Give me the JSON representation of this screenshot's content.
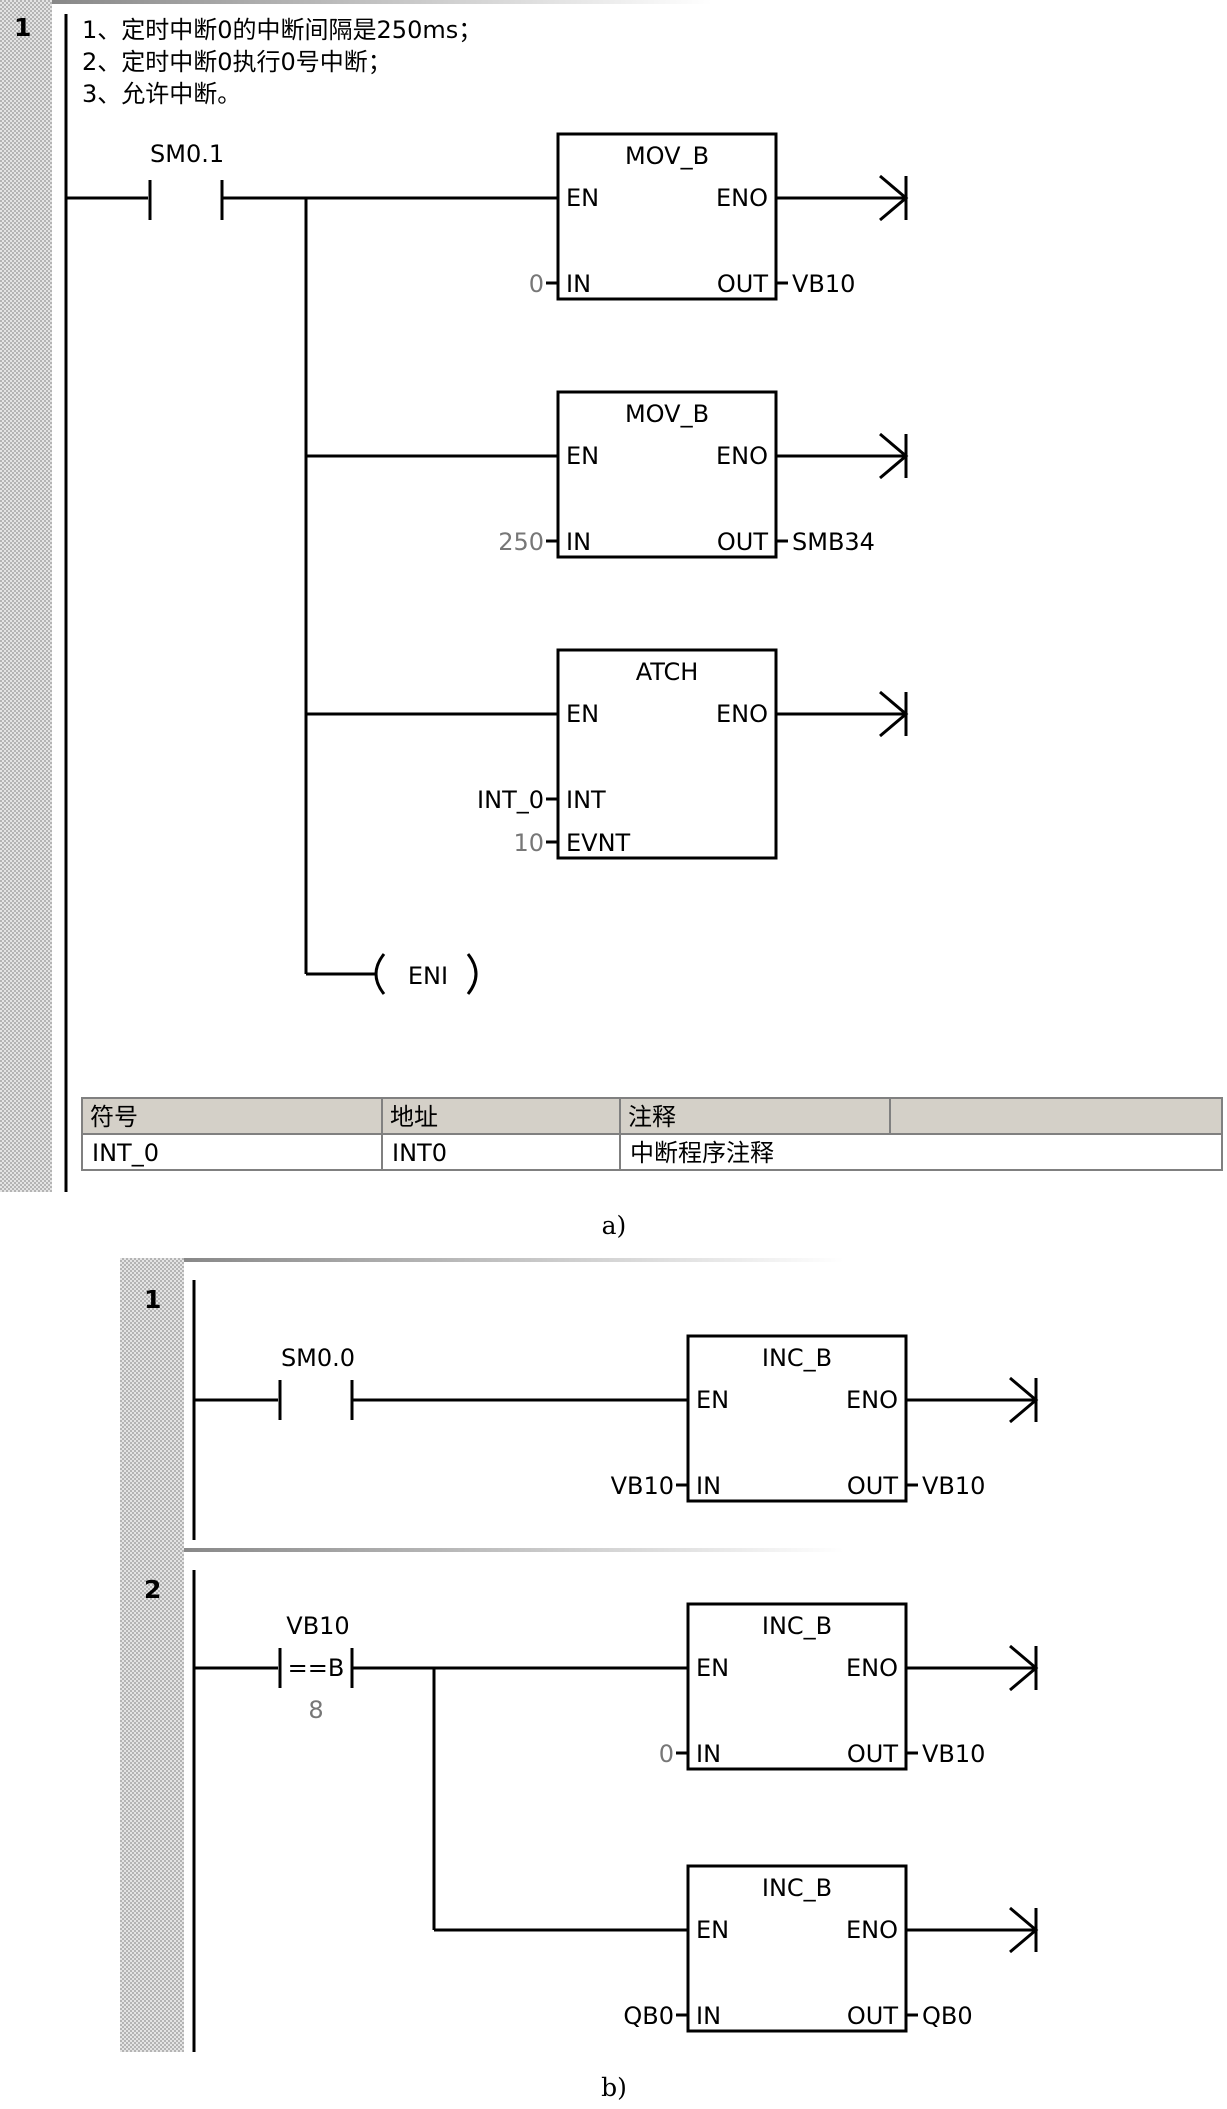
{
  "panel_a": {
    "network_number": "1",
    "comments": [
      "1、定时中断0的中断间隔是250ms；",
      "2、定时中断0执行0号中断；",
      "3、允许中断。"
    ],
    "contact_label": "SM0.1",
    "block1": {
      "title": "MOV_B",
      "en": "EN",
      "eno": "ENO",
      "in_pin": "IN",
      "out_pin": "OUT",
      "in_value": "0",
      "out_value": "VB10"
    },
    "block2": {
      "title": "MOV_B",
      "en": "EN",
      "eno": "ENO",
      "in_pin": "IN",
      "out_pin": "OUT",
      "in_value": "250",
      "out_value": "SMB34"
    },
    "block3": {
      "title": "ATCH",
      "en": "EN",
      "eno": "ENO",
      "int_pin": "INT",
      "evnt_pin": "EVNT",
      "int_value": "INT_0",
      "evnt_value": "10"
    },
    "coil_label": "ENI",
    "symbol_table": {
      "headers": [
        "符号",
        "地址",
        "注释"
      ],
      "row": [
        "INT_0",
        "INT0",
        "中断程序注释"
      ]
    },
    "caption": "a)"
  },
  "panel_b": {
    "network1": {
      "number": "1",
      "contact_label": "SM0.0",
      "block": {
        "title": "INC_B",
        "en": "EN",
        "eno": "ENO",
        "in_pin": "IN",
        "out_pin": "OUT",
        "in_value": "VB10",
        "out_value": "VB10"
      }
    },
    "network2": {
      "number": "2",
      "compare_top": "VB10",
      "compare_op": "==B",
      "compare_bottom": "8",
      "block1": {
        "title": "INC_B",
        "en": "EN",
        "eno": "ENO",
        "in_pin": "IN",
        "out_pin": "OUT",
        "in_value": "0",
        "out_value": "VB10"
      },
      "block2": {
        "title": "INC_B",
        "en": "EN",
        "eno": "ENO",
        "in_pin": "IN",
        "out_pin": "OUT",
        "in_value": "QB0",
        "out_value": "QB0"
      }
    },
    "caption": "b)"
  },
  "colors": {
    "gutter": "#c8c8c8",
    "table_header": "#d4d0c8",
    "constant_text": "#777777"
  }
}
